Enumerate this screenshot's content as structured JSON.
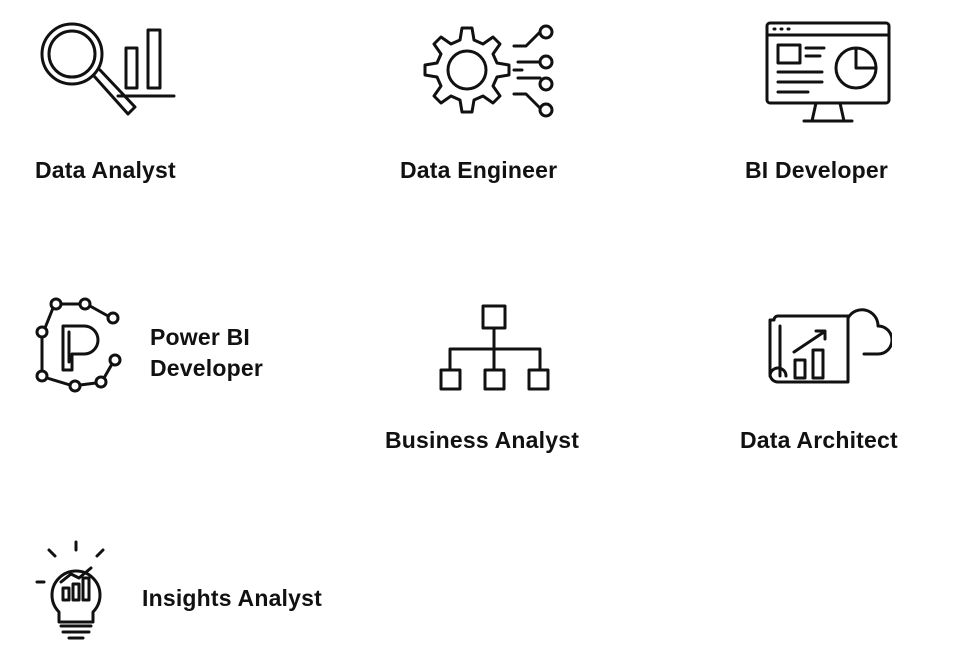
{
  "roles": [
    {
      "label": "Data Analyst",
      "icon": "magnifier-bar-chart-icon"
    },
    {
      "label": "Data Engineer",
      "icon": "gear-circuit-icon"
    },
    {
      "label": "BI Developer",
      "icon": "monitor-dashboard-icon"
    },
    {
      "label_line1": "Power BI",
      "label_line2": "Developer",
      "icon": "power-bi-network-icon"
    },
    {
      "label": "Business Analyst",
      "icon": "org-chart-icon"
    },
    {
      "label": "Data Architect",
      "icon": "blueprint-cloud-icon"
    },
    {
      "label": "Insights Analyst",
      "icon": "lightbulb-chart-icon"
    }
  ]
}
